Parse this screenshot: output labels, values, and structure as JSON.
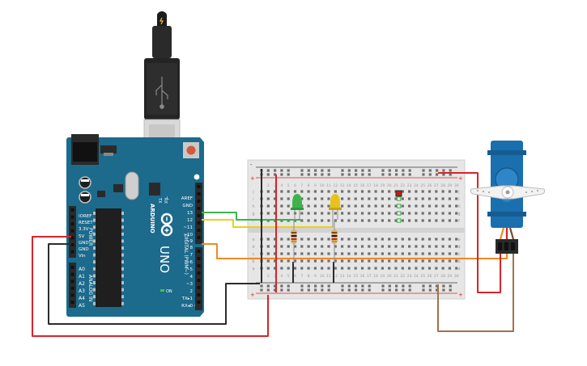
{
  "board": {
    "name": "UNO",
    "brand": "ARDUINO",
    "digital_label": "DIGITAL (PWM~)",
    "analog_label": "ANALOG IN",
    "power_label": "POWER",
    "on_label": "ON",
    "tx_label": "TX",
    "rx_label": "RX",
    "l_label": "L",
    "power_pins": [
      "IOREF",
      "RESET",
      "3.3V",
      "5V",
      "GND",
      "GND",
      "Vin"
    ],
    "analog_pins": [
      "A0",
      "A1",
      "A2",
      "A3",
      "A4",
      "A5"
    ],
    "digital_pins_top": [
      "AREF",
      "GND",
      "13",
      "12",
      "~11",
      "~10",
      "~9",
      "8"
    ],
    "digital_pins_bottom": [
      "7",
      "~6",
      "~5",
      "4",
      "~3",
      "2",
      "TX▸1",
      "RX◂0"
    ]
  },
  "breadboard": {
    "row_letters_top": [
      "j",
      "i",
      "h",
      "g",
      "f"
    ],
    "row_letters_bottom": [
      "e",
      "d",
      "c",
      "b",
      "a"
    ],
    "column_labels": [
      "1",
      "2",
      "3",
      "4",
      "5",
      "6",
      "7",
      "8",
      "9",
      "10",
      "11",
      "12",
      "13",
      "14",
      "15",
      "16",
      "17",
      "18",
      "19",
      "20",
      "21",
      "22",
      "23",
      "24",
      "25",
      "26",
      "27",
      "28",
      "29",
      "30"
    ],
    "rail_plus": "+",
    "rail_minus": "-"
  },
  "components": {
    "led_green_color": "#3cb44a",
    "led_yellow_color": "#e8c21a",
    "servo_color": "#1a6fae",
    "board_color": "#1c6a8c"
  },
  "wire_colors": {
    "green": "#3cb44a",
    "yellow": "#e7d21b",
    "orange": "#f08a24",
    "red": "#d9232a",
    "black": "#2b2b2b",
    "brown": "#a0714a"
  }
}
